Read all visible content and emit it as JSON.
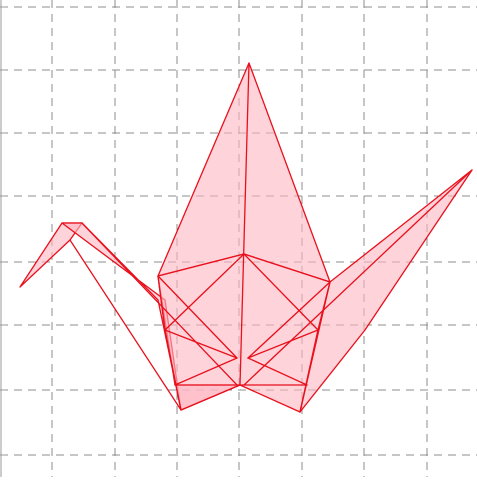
{
  "figure": {
    "subject": "origami crane",
    "grid": "dashed",
    "colors": {
      "fill": "#ffb6c1",
      "stroke": "#e8101c",
      "grid": "#8c8c8c"
    },
    "parts": [
      "head",
      "neck",
      "left-wing",
      "right-wing",
      "body-upper",
      "body-lower",
      "tail"
    ]
  }
}
